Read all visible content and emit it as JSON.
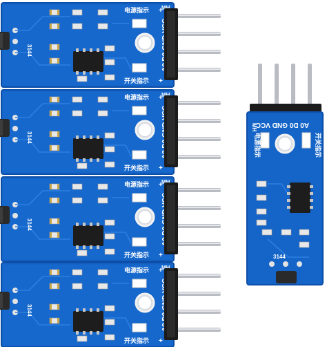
{
  "product": {
    "board_color": "#1565c8",
    "board_edge_color": "#0d4fa8",
    "silkscreen_color": "#ffffff",
    "pin_color": "#b9bcc2",
    "header_color": "#1b1b1b"
  },
  "board_labels": {
    "header": "MH",
    "pins": [
      "A0",
      "D0",
      "GND",
      "VCC"
    ],
    "power_indicator": "电源指示",
    "switch_indicator": "开关指示",
    "sensor": "3144",
    "plus": "+"
  },
  "boards": [
    {
      "orientation": "horizontal"
    },
    {
      "orientation": "horizontal"
    },
    {
      "orientation": "horizontal"
    },
    {
      "orientation": "horizontal"
    },
    {
      "orientation": "vertical"
    }
  ]
}
